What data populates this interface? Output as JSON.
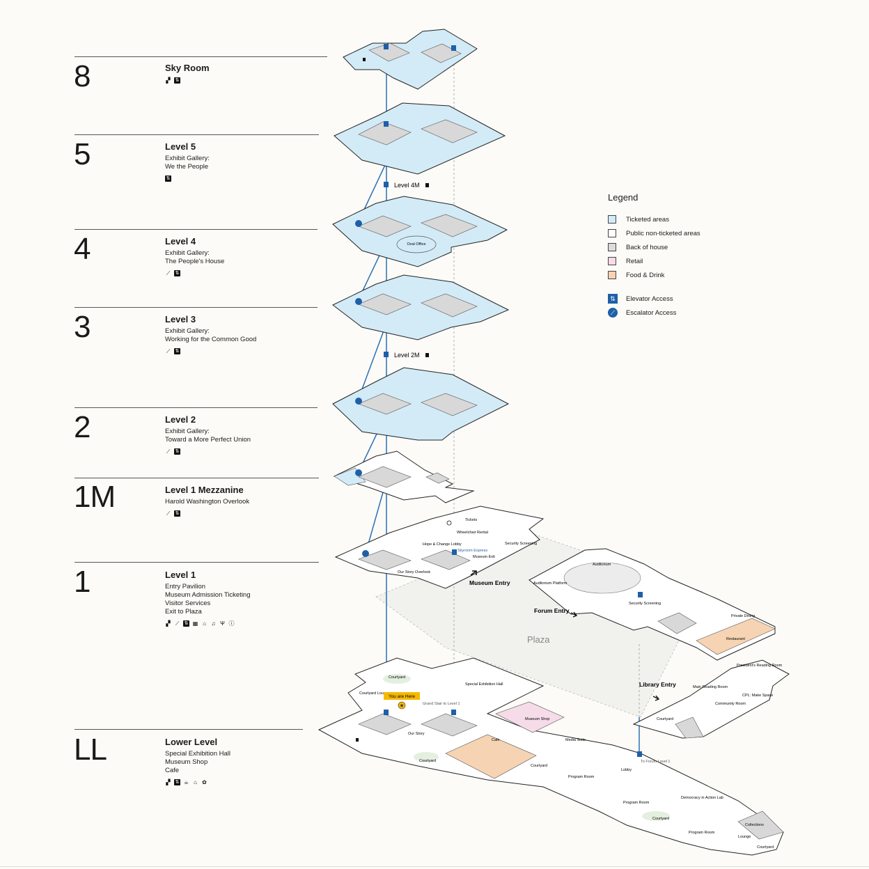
{
  "colors": {
    "ticketed": "#d2ebf7",
    "public": "#ffffff",
    "back_of_house": "#dcdcdc",
    "retail": "#f6dbe8",
    "food_drink": "#f6d4b3",
    "accent_blue": "#1f5fa8",
    "you_are_here": "#f5b800"
  },
  "levels": [
    {
      "number": "8",
      "title": "Sky Room",
      "lines": [],
      "icons": [
        "restroom-icon",
        "elevator-icon"
      ]
    },
    {
      "number": "5",
      "title": "Level 5",
      "lines": [
        "Exhibit Gallery:",
        "We the People"
      ],
      "icons": [
        "elevator-icon"
      ]
    },
    {
      "number": "4",
      "title": "Level 4",
      "lines": [
        "Exhibit Gallery:",
        "The People's House"
      ],
      "icons": [
        "escalator-icon",
        "elevator-icon"
      ]
    },
    {
      "number": "3",
      "title": "Level 3",
      "lines": [
        "Exhibit Gallery:",
        "Working for the Common Good"
      ],
      "icons": [
        "escalator-icon",
        "elevator-icon"
      ]
    },
    {
      "number": "2",
      "title": "Level 2",
      "lines": [
        "Exhibit Gallery:",
        "Toward a More Perfect Union"
      ],
      "icons": [
        "escalator-icon",
        "elevator-icon"
      ]
    },
    {
      "number": "1M",
      "title": "Level 1 Mezzanine",
      "lines": [
        "Harold Washington Overlook"
      ],
      "icons": [
        "escalator-icon",
        "elevator-icon"
      ]
    },
    {
      "number": "1",
      "title": "Level 1",
      "lines": [
        "Entry Pavilion",
        "Museum Admission Ticketing",
        "Visitor Services",
        "Exit to Plaza"
      ],
      "icons": [
        "restroom-icon",
        "escalator-icon",
        "elevator-icon",
        "ticket-icon",
        "coat-check-icon",
        "hearing-icon",
        "food-icon",
        "info-icon"
      ]
    },
    {
      "number": "LL",
      "title": "Lower Level",
      "lines": [
        "Special Exhibition Hall",
        "Museum Shop",
        "Cafe"
      ],
      "icons": [
        "restroom-icon",
        "elevator-icon",
        "cafe-icon",
        "shop-icon",
        "garden-icon"
      ]
    }
  ],
  "legend": {
    "title": "Legend",
    "items": [
      {
        "label": "Ticketed areas",
        "type": "ticketed"
      },
      {
        "label": "Public non-ticketed areas",
        "type": "public"
      },
      {
        "label": "Back of house",
        "type": "back_of_house"
      },
      {
        "label": "Retail",
        "type": "retail"
      },
      {
        "label": "Food & Drink",
        "type": "food_drink"
      }
    ],
    "access": [
      {
        "label": "Elevator Access",
        "icon": "elevator-icon"
      },
      {
        "label": "Escalator Access",
        "icon": "escalator-icon"
      }
    ]
  },
  "map_labels": {
    "level_4m": "Level 4M",
    "level_2m": "Level 2M",
    "oval_office": "Oval Office",
    "tickets": "Tickets",
    "wheelchair_rental": "Wheelchair Rental",
    "hope_change_lobby": "Hope & Change Lobby",
    "skyroom_express": "Skyroom Express",
    "museum_exit": "Museum Exit",
    "security_screening": "Security Screening",
    "our_story_overlook": "Our Story Overlook",
    "museum_entry": "Museum Entry",
    "auditorium": "Auditorium",
    "auditorium_platform": "Auditorium Platform",
    "forum_entry": "Forum Entry",
    "security_screening_2": "Security Screening",
    "private_dining": "Private Dining",
    "restaurant": "Restaurant",
    "plaza": "Plaza",
    "presidents_reading_room": "President's Reading Room",
    "main_reading_room": "Main Reading Room",
    "community_room": "Community Room",
    "cpl_make_space": "CPL: Make Space",
    "library_entry": "Library Entry",
    "courtyard_lib": "Courtyard",
    "courtyard_top": "Courtyard",
    "courtyard_lounge": "Courtyard Lounge",
    "special_exhibition_hall": "Special Exhibition Hall",
    "you_are_here": "You are Here",
    "grand_stair": "Grand Stair to Level 1",
    "museum_shop": "Museum Shop",
    "our_story": "Our Story",
    "cafe": "Cafe",
    "courtyard_ll": "Courtyard",
    "media_suite": "Media Suite",
    "courtyard_ll2": "Courtyard",
    "program_room_1": "Program Room",
    "lobby": "Lobby",
    "to_forum": "To Forum Level 1",
    "program_room_2": "Program Room",
    "courtyard_ll3": "Courtyard",
    "democracy_lab": "Democracy in Action Lab",
    "program_room_3": "Program Room",
    "collections": "Collections",
    "lounge": "Lounge",
    "courtyard_ll4": "Courtyard"
  }
}
